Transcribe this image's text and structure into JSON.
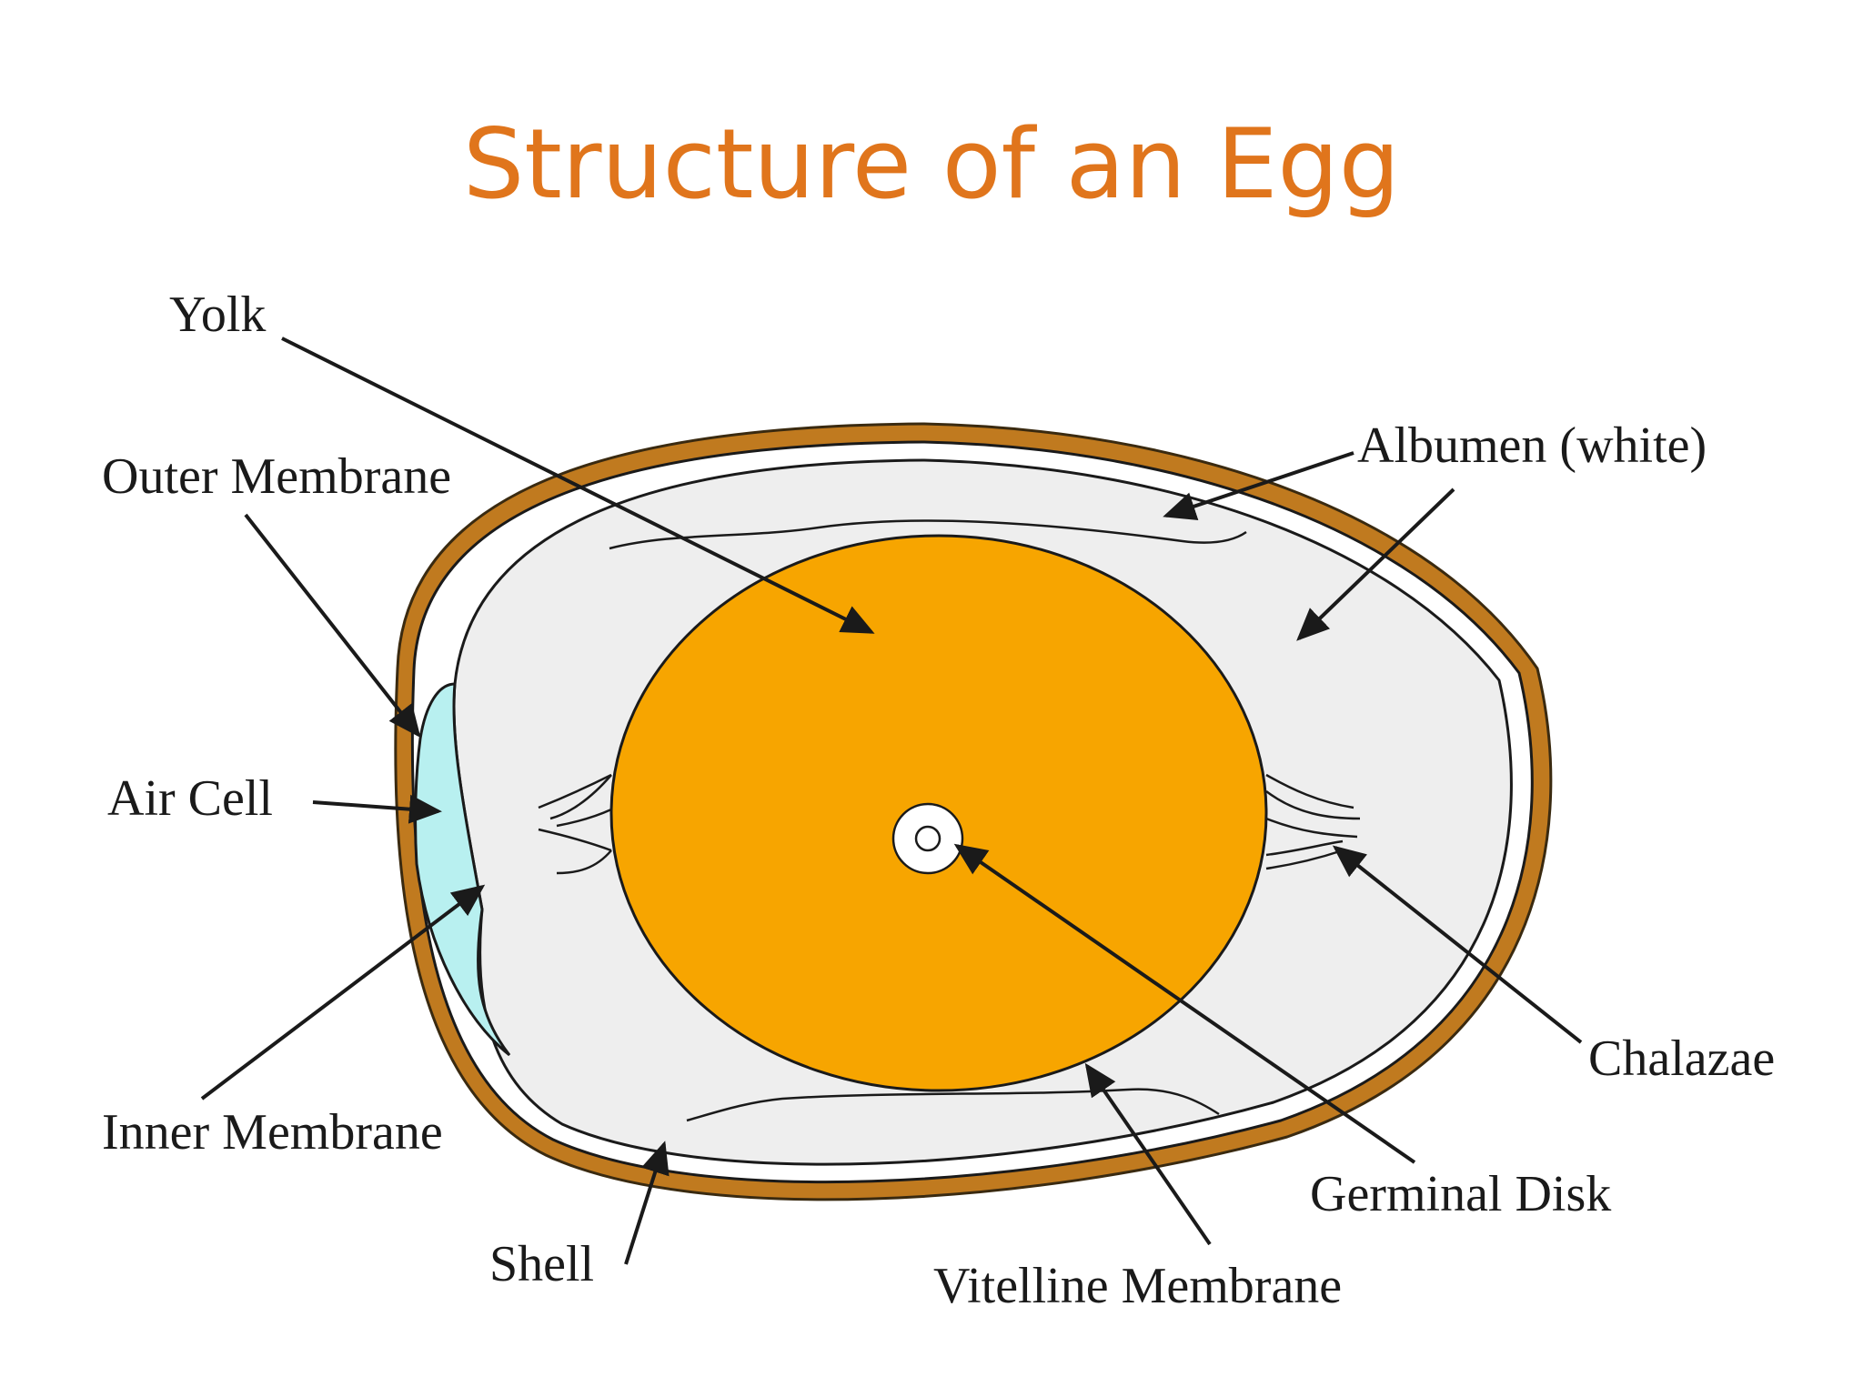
{
  "title": "Structure of an Egg",
  "labels": {
    "yolk": "Yolk",
    "outer_membrane": "Outer Membrane",
    "air_cell": "Air Cell",
    "inner_membrane": "Inner Membrane",
    "shell": "Shell",
    "albumen": "Albumen (white)",
    "chalazae": "Chalazae",
    "germinal_disk": "Germinal Disk",
    "vitelline_membrane": "Vitelline Membrane"
  },
  "colors": {
    "title": "#e0751c",
    "shell": "#c07a1f",
    "albumen": "#eeeeee",
    "yolk": "#f7a500",
    "air_cell": "#b8f0f0",
    "ink": "#1a1a1a"
  }
}
